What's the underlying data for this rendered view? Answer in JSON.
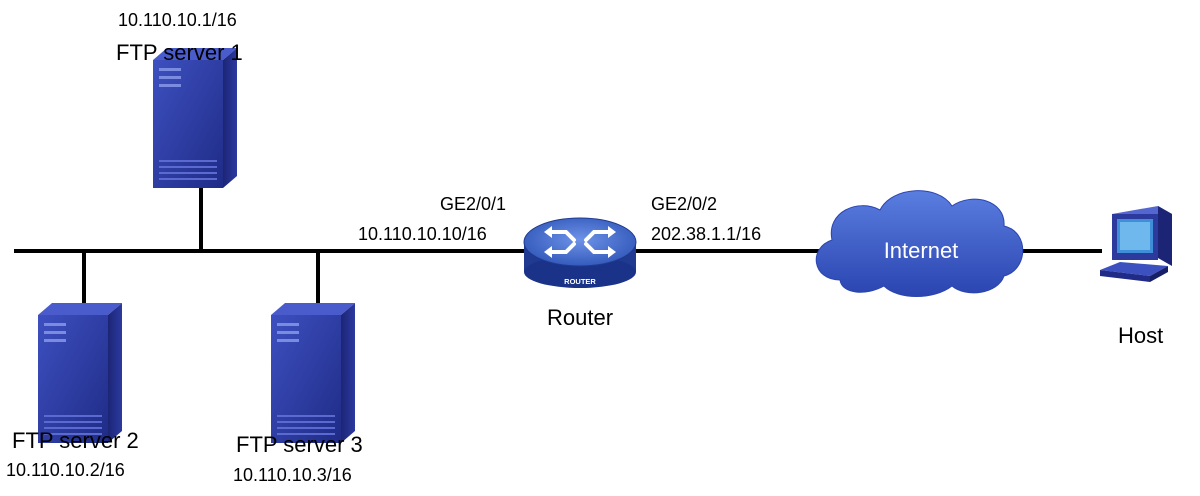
{
  "servers": [
    {
      "name": "FTP server 1",
      "ip": "10.110.10.1/16"
    },
    {
      "name": "FTP server 2",
      "ip": "10.110.10.2/16"
    },
    {
      "name": "FTP server 3",
      "ip": "10.110.10.3/16"
    }
  ],
  "router": {
    "label": "Router",
    "badge": "ROUTER",
    "left_interface": "GE2/0/1",
    "left_ip": "10.110.10.10/16",
    "right_interface": "GE2/0/2",
    "right_ip": "202.38.1.1/16"
  },
  "cloud": {
    "label": "Internet"
  },
  "host": {
    "label": "Host"
  },
  "colors": {
    "server_front": "#2b3a9c",
    "server_side": "#1a2470",
    "router_body": "#3a64c4",
    "cloud": "#3355c4",
    "line": "#000000"
  },
  "icons": [
    "server-icon",
    "router-icon",
    "cloud-icon",
    "computer-icon"
  ]
}
